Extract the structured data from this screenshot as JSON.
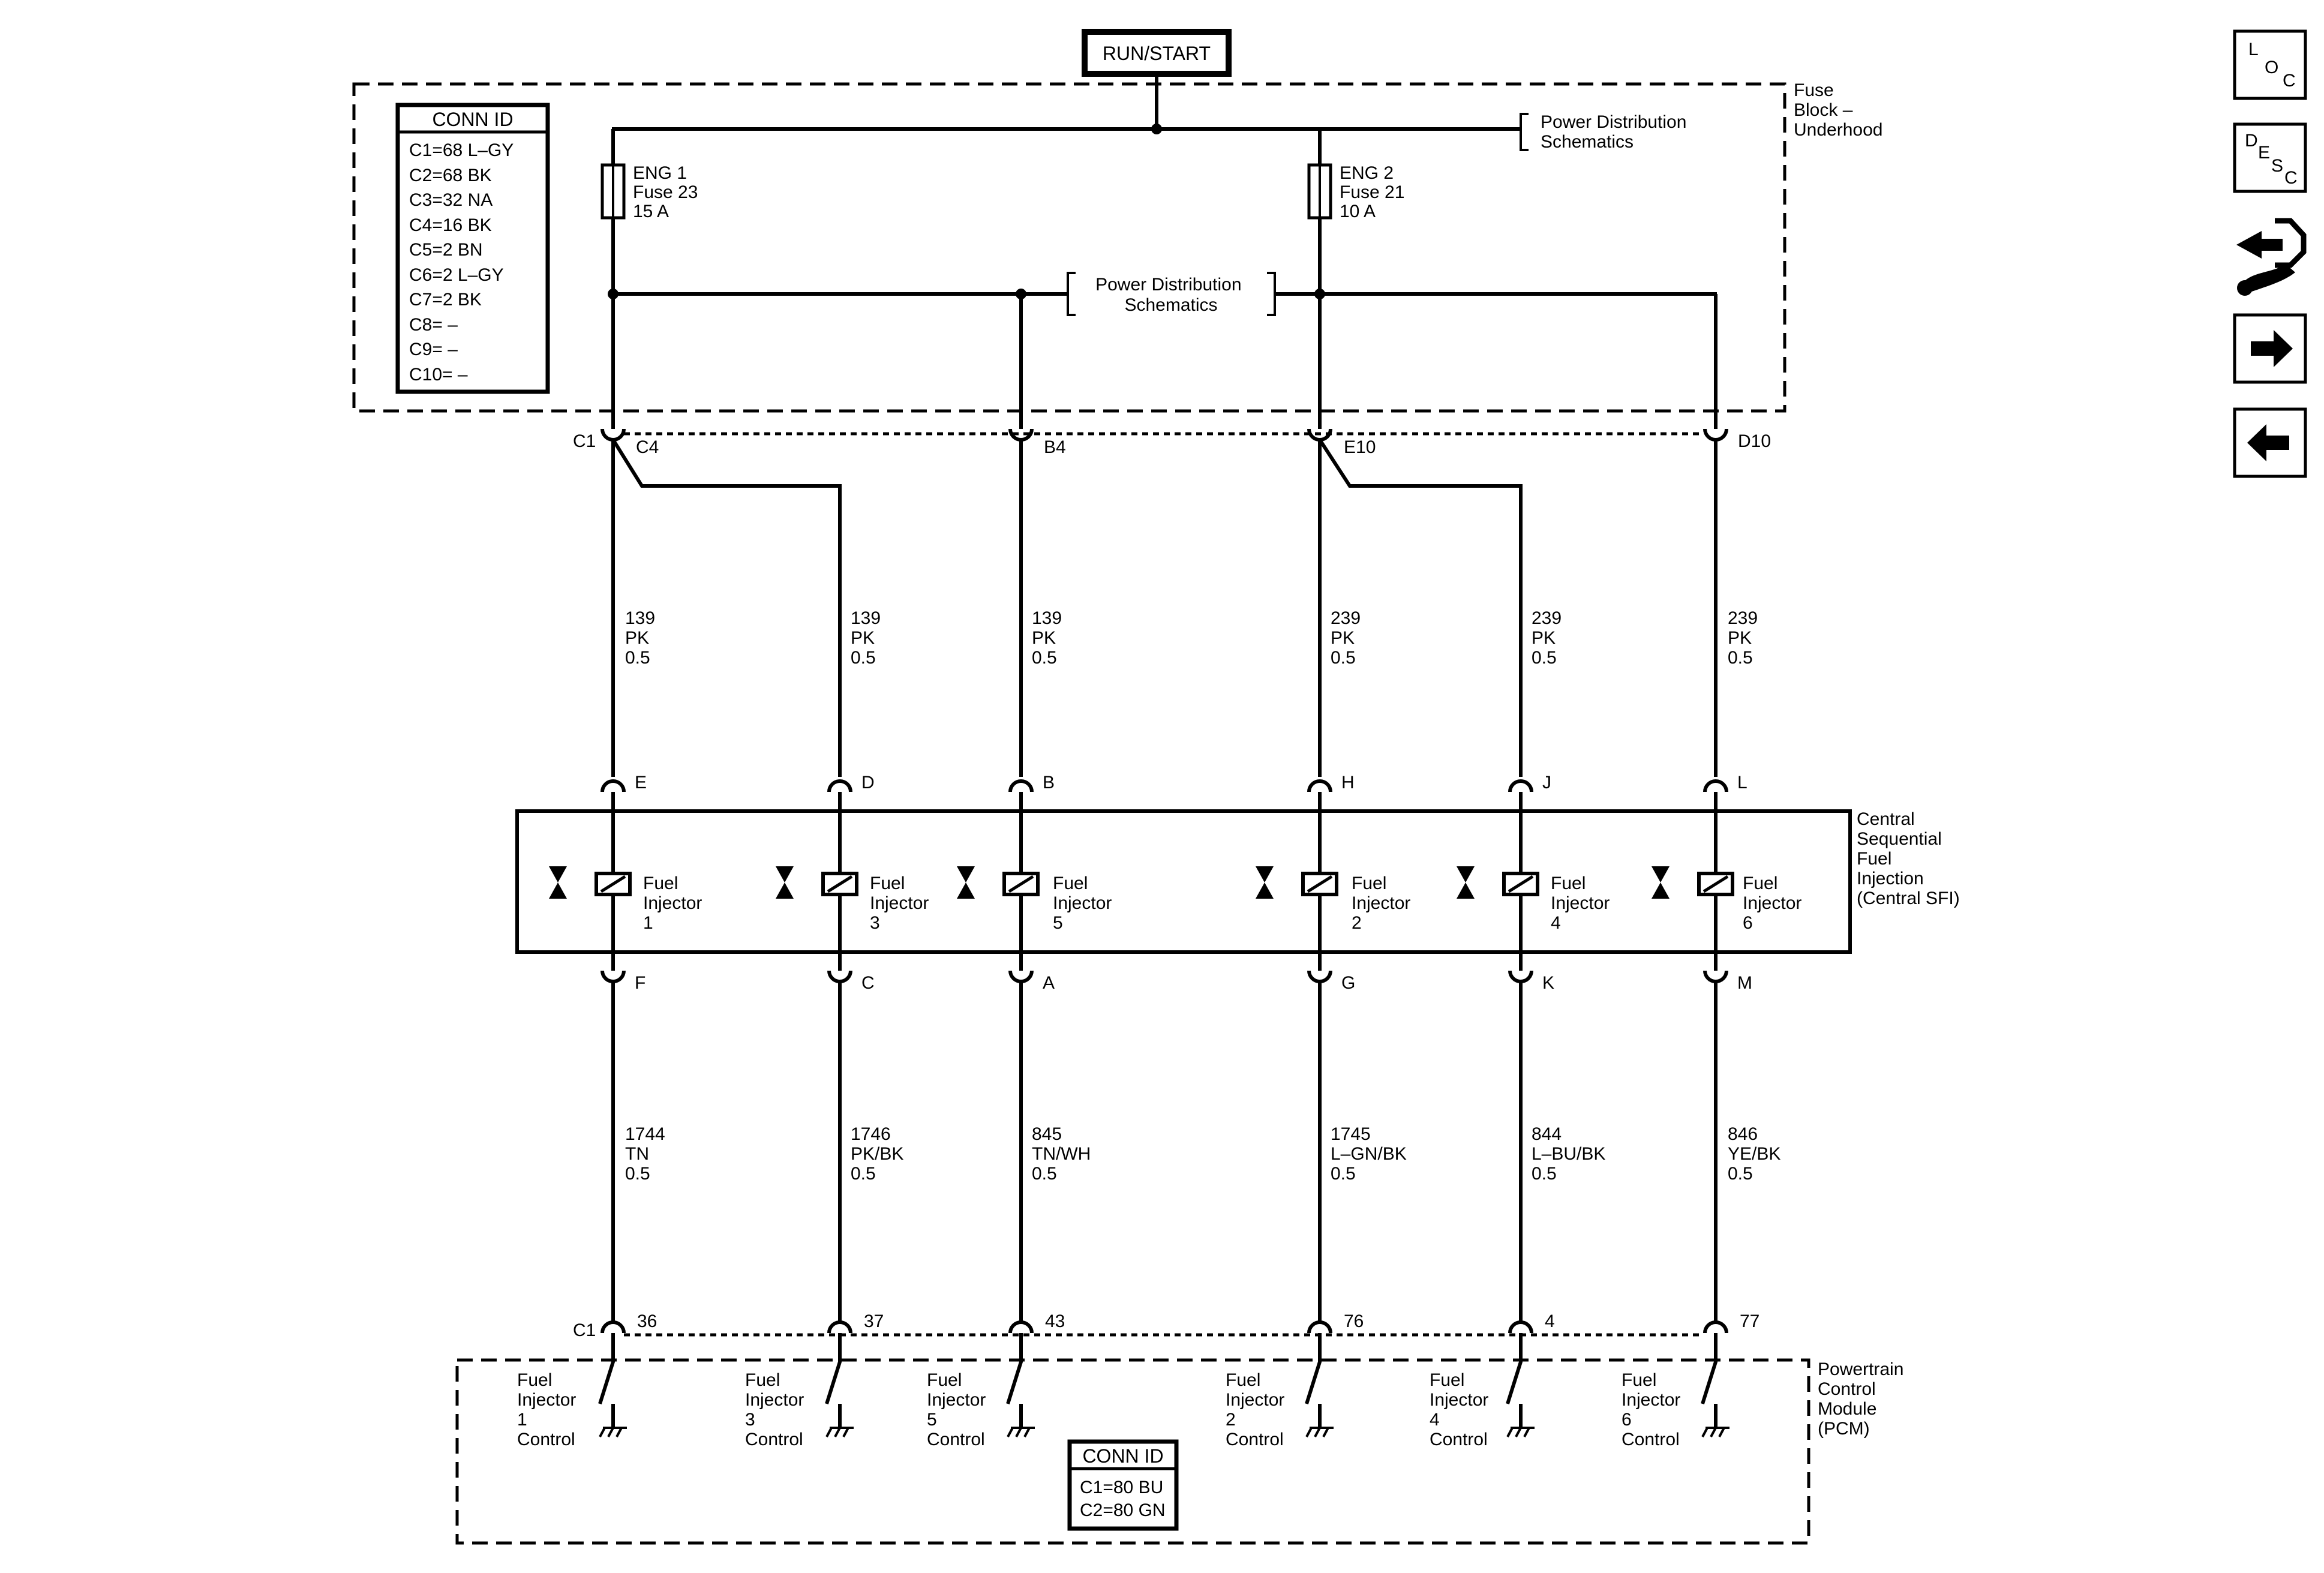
{
  "ignition": {
    "label": "RUN/START"
  },
  "fuse_block": {
    "title": [
      "Fuse",
      "Block –",
      "Underhood"
    ],
    "conn_id": {
      "title": "CONN ID",
      "rows": [
        "C1=68 L–GY",
        "C2=68 BK",
        "C3=32 NA",
        "C4=16 BK",
        "C5=2 BN",
        "C6=2 L–GY",
        "C7=2 BK",
        "C8= –",
        "C9= –",
        "C10= –"
      ]
    },
    "pd_ref_top": [
      "Power Distribution",
      "Schematics"
    ],
    "pd_ref_mid": [
      "Power Distribution",
      "Schematics"
    ],
    "fuses": [
      {
        "lines": [
          "ENG 1",
          "Fuse 23",
          "15 A"
        ]
      },
      {
        "lines": [
          "ENG 2",
          "Fuse 21",
          "10 A"
        ]
      }
    ]
  },
  "fuse_pins": [
    {
      "conn": "C1",
      "pin": "C4"
    },
    {
      "conn": "",
      "pin": "B4"
    },
    {
      "conn": "",
      "pin": "E10"
    },
    {
      "conn": "",
      "pin": "D10"
    }
  ],
  "supply_wires": [
    {
      "circuit": "139",
      "color": "PK",
      "size": "0.5"
    },
    {
      "circuit": "139",
      "color": "PK",
      "size": "0.5"
    },
    {
      "circuit": "139",
      "color": "PK",
      "size": "0.5"
    },
    {
      "circuit": "239",
      "color": "PK",
      "size": "0.5"
    },
    {
      "circuit": "239",
      "color": "PK",
      "size": "0.5"
    },
    {
      "circuit": "239",
      "color": "PK",
      "size": "0.5"
    }
  ],
  "injector_top_pins": [
    "E",
    "D",
    "B",
    "H",
    "J",
    "L"
  ],
  "injector_bottom_pins": [
    "F",
    "C",
    "A",
    "G",
    "K",
    "M"
  ],
  "injectors": [
    {
      "lines": [
        "Fuel",
        "Injector",
        "1"
      ]
    },
    {
      "lines": [
        "Fuel",
        "Injector",
        "3"
      ]
    },
    {
      "lines": [
        "Fuel",
        "Injector",
        "5"
      ]
    },
    {
      "lines": [
        "Fuel",
        "Injector",
        "2"
      ]
    },
    {
      "lines": [
        "Fuel",
        "Injector",
        "4"
      ]
    },
    {
      "lines": [
        "Fuel",
        "Injector",
        "6"
      ]
    }
  ],
  "sfi_title": [
    "Central",
    "Sequential",
    "Fuel",
    "Injection",
    "(Central SFI)"
  ],
  "control_wires": [
    {
      "circuit": "1744",
      "color": "TN",
      "size": "0.5"
    },
    {
      "circuit": "1746",
      "color": "PK/BK",
      "size": "0.5"
    },
    {
      "circuit": "845",
      "color": "TN/WH",
      "size": "0.5"
    },
    {
      "circuit": "1745",
      "color": "L–GN/BK",
      "size": "0.5"
    },
    {
      "circuit": "844",
      "color": "L–BU/BK",
      "size": "0.5"
    },
    {
      "circuit": "846",
      "color": "YE/BK",
      "size": "0.5"
    }
  ],
  "pcm_conn": "C1",
  "pcm_pins": [
    "36",
    "37",
    "43",
    "76",
    "4",
    "77"
  ],
  "pcm_controls": [
    {
      "lines": [
        "Fuel",
        "Injector",
        "1",
        "Control"
      ]
    },
    {
      "lines": [
        "Fuel",
        "Injector",
        "3",
        "Control"
      ]
    },
    {
      "lines": [
        "Fuel",
        "Injector",
        "5",
        "Control"
      ]
    },
    {
      "lines": [
        "Fuel",
        "Injector",
        "2",
        "Control"
      ]
    },
    {
      "lines": [
        "Fuel",
        "Injector",
        "4",
        "Control"
      ]
    },
    {
      "lines": [
        "Fuel",
        "Injector",
        "6",
        "Control"
      ]
    }
  ],
  "pcm": {
    "title": [
      "Powertrain",
      "Control",
      "Module",
      "(PCM)"
    ],
    "conn_id": {
      "title": "CONN ID",
      "rows": [
        "C1=80 BU",
        "C2=80 GN"
      ]
    }
  },
  "nav": {
    "loc": {
      "l1": "L",
      "l2": "O",
      "l3": "C"
    },
    "desc": {
      "l1": "D",
      "l2": "E",
      "l3": "S",
      "l4": "C"
    }
  }
}
